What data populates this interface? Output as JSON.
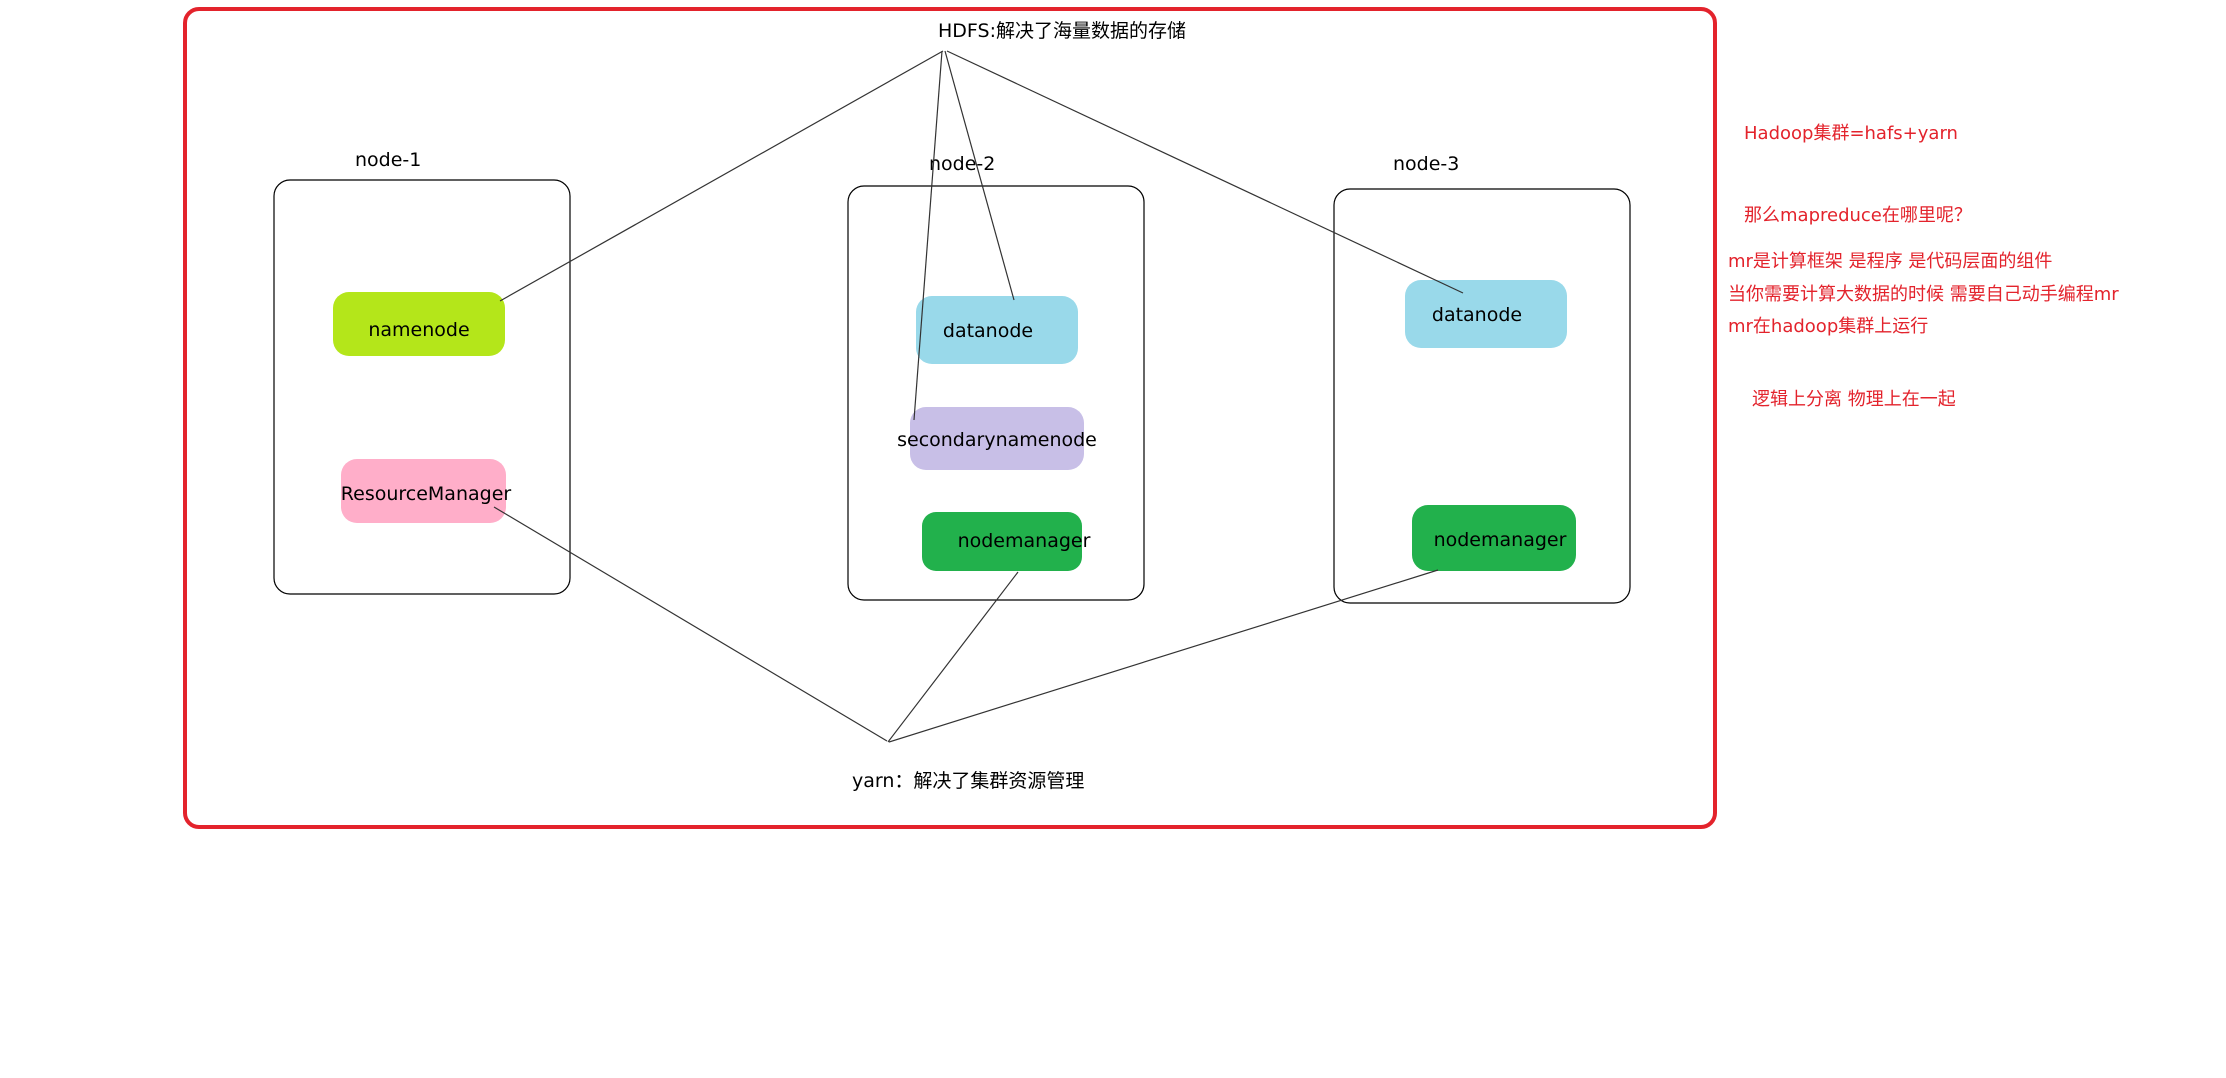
{
  "colors": {
    "frame": "#e3232c",
    "note_text": "#e3232c",
    "connector": "#333333",
    "namenode": "#b4e61a",
    "resource_manager": "#ffaec9",
    "datanode": "#99d9ea",
    "secondary_namenode": "#c8bfe7",
    "nodemanager": "#22b14c"
  },
  "hdfs_label": "HDFS:解决了海量数据的存储",
  "yarn_label": "yarn：解决了集群资源管理",
  "nodes": [
    {
      "title": "node-1",
      "components": [
        {
          "label": "namenode",
          "color": "#b4e61a"
        },
        {
          "label": "ResourceManager",
          "color": "#ffaec9"
        }
      ]
    },
    {
      "title": "node-2",
      "components": [
        {
          "label": "datanode",
          "color": "#99d9ea"
        },
        {
          "label": "secondarynamenode",
          "color": "#c8bfe7"
        },
        {
          "label": "nodemanager",
          "color": "#22b14c"
        }
      ]
    },
    {
      "title": "node-3",
      "components": [
        {
          "label": "datanode",
          "color": "#99d9ea"
        },
        {
          "label": "nodemanager",
          "color": "#22b14c"
        }
      ]
    }
  ],
  "notes": {
    "line1": "Hadoop集群=hafs+yarn",
    "line2": "那么mapreduce在哪里呢？",
    "line3": "mr是计算框架 是程序 是代码层面的组件",
    "line4": "当你需要计算大数据的时候  需要自己动手编程mr",
    "line5": "mr在hadoop集群上运行",
    "line6": "逻辑上分离  物理上在一起"
  }
}
